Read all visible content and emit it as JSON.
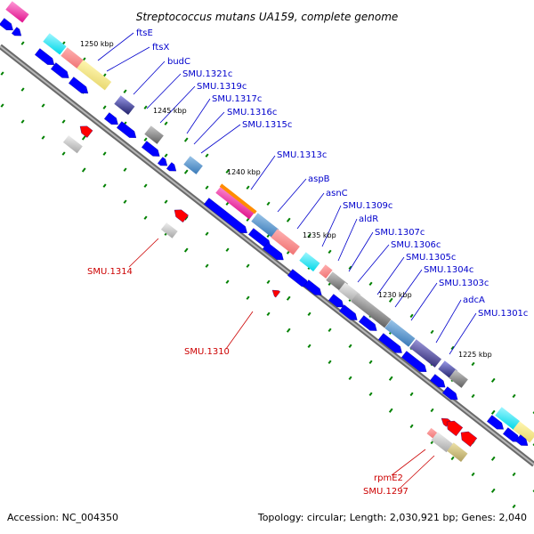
{
  "title": "Streptococcus mutans UA159, complete genome",
  "footer": {
    "accession": "Accession: NC_004350",
    "summary": "Topology: circular; Length: 2,030,921 bp; Genes: 2,040"
  },
  "ticks": [
    {
      "label": "1250 kbp"
    },
    {
      "label": "1245 kbp"
    },
    {
      "label": "1240 kbp"
    },
    {
      "label": "1235 kbp"
    },
    {
      "label": "1230 kbp"
    },
    {
      "label": "1225 kbp"
    }
  ],
  "genes_forward": [
    {
      "label": "ftsE"
    },
    {
      "label": "ftsX"
    },
    {
      "label": "budC"
    },
    {
      "label": "SMU.1321c"
    },
    {
      "label": "SMU.1319c"
    },
    {
      "label": "SMU.1317c"
    },
    {
      "label": "SMU.1316c"
    },
    {
      "label": "SMU.1315c"
    },
    {
      "label": "SMU.1313c"
    },
    {
      "label": "aspB"
    },
    {
      "label": "asnC"
    },
    {
      "label": "SMU.1309c"
    },
    {
      "label": "aldR"
    },
    {
      "label": "SMU.1307c"
    },
    {
      "label": "SMU.1306c"
    },
    {
      "label": "SMU.1305c"
    },
    {
      "label": "SMU.1304c"
    },
    {
      "label": "SMU.1303c"
    },
    {
      "label": "adcA"
    },
    {
      "label": "SMU.1301c"
    }
  ],
  "genes_reverse": [
    {
      "label": "SMU.1314"
    },
    {
      "label": "SMU.1310"
    },
    {
      "label": "rpmE2"
    },
    {
      "label": "SMU.1297"
    }
  ],
  "colors": {
    "forward_label": "#0000cc",
    "reverse_label": "#cc0000",
    "backbone": "#8c8c8c",
    "gene_blue": "#0000ff",
    "gene_red": "#ff0000",
    "tick": "#008000"
  }
}
